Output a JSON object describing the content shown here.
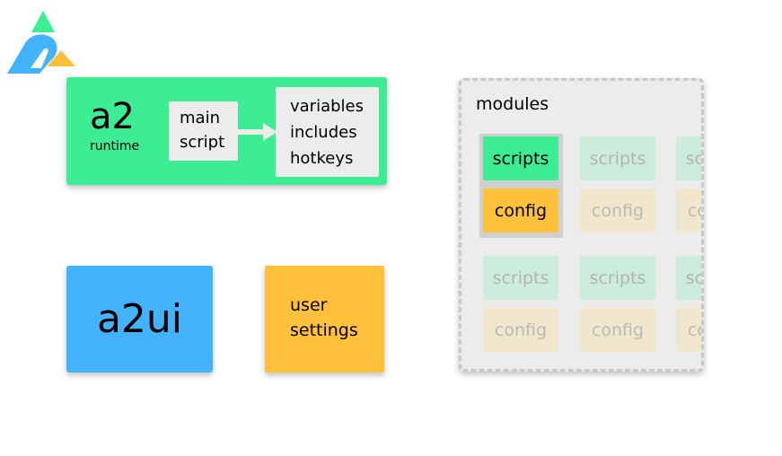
{
  "colors": {
    "runtime": "#3ded94",
    "a2ui": "#44b3fe",
    "settings": "#ffc13c",
    "modules_bg": "#ececec",
    "modules_border": "#c8c8c8",
    "inner_box": "#ececec",
    "logo_green": "#3ded94",
    "logo_blue": "#44b3fe",
    "logo_yellow": "#ffc13c"
  },
  "logo": {
    "icon": "a2-logo-icon"
  },
  "runtime": {
    "title": "a2",
    "subtitle": "runtime",
    "main_script": [
      "main",
      "script"
    ],
    "includes": [
      "variables",
      "includes",
      "hotkeys"
    ]
  },
  "a2ui": {
    "label": "a2ui"
  },
  "settings": {
    "lines": [
      "user",
      "settings"
    ]
  },
  "modules": {
    "title": "modules",
    "grid": [
      [
        {
          "scripts": "scripts",
          "config": "config",
          "active": true
        },
        {
          "scripts": "scripts",
          "config": "config",
          "active": false
        },
        {
          "scripts": "scripts",
          "config": "config",
          "active": false
        }
      ],
      [
        {
          "scripts": "scripts",
          "config": "config",
          "active": false
        },
        {
          "scripts": "scripts",
          "config": "config",
          "active": false
        },
        {
          "scripts": "scripts",
          "config": "config",
          "active": false
        }
      ]
    ]
  }
}
